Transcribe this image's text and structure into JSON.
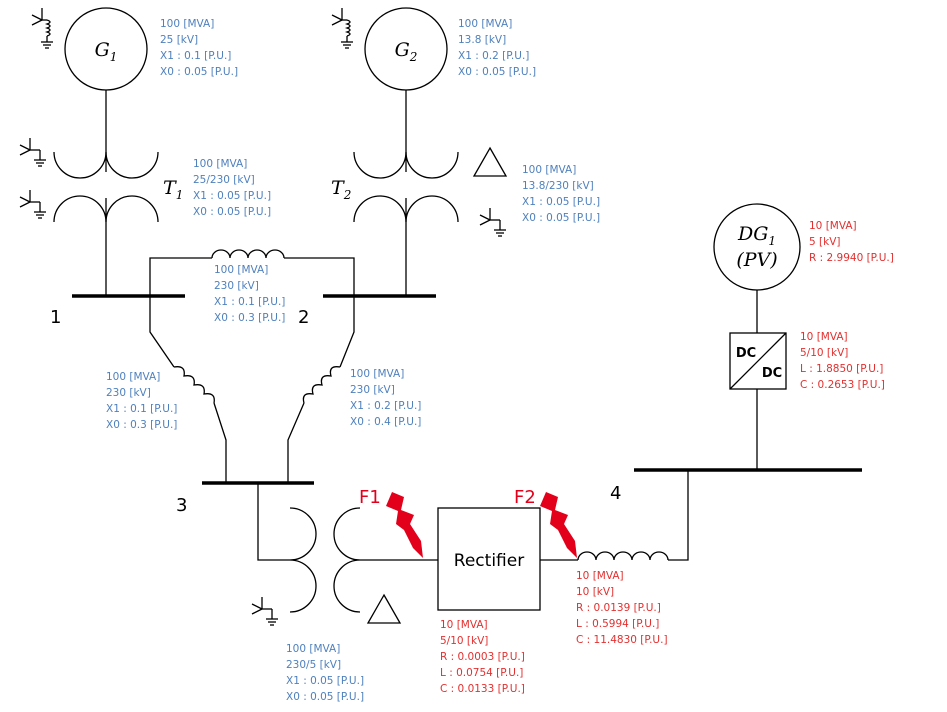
{
  "generators": {
    "g1": {
      "symbol": "G",
      "sub": "1",
      "params": [
        "100  [MVA]",
        "25  [kV]",
        "X1 : 0.1  [P.U.]",
        "X0 : 0.05  [P.U.]"
      ]
    },
    "g2": {
      "symbol": "G",
      "sub": "2",
      "params": [
        "100  [MVA]",
        "13.8  [kV]",
        "X1 : 0.2  [P.U.]",
        "X0 : 0.05  [P.U.]"
      ]
    },
    "dg1": {
      "symbol": "DG",
      "sub": "1",
      "line2": "(PV)",
      "params": [
        "10  [MVA]",
        "5  [kV]",
        "R : 2.9940  [P.U.]"
      ]
    }
  },
  "transformers": {
    "t1": {
      "symbol": "T",
      "sub": "1",
      "params": [
        "100  [MVA]",
        "25/230  [kV]",
        "X1 : 0.05  [P.U.]",
        "X0 : 0.05  [P.U.]"
      ]
    },
    "t2": {
      "symbol": "T",
      "sub": "2",
      "params": [
        "100  [MVA]",
        "13.8/230  [kV]",
        "X1 : 0.05  [P.U.]",
        "X0 : 0.05  [P.U.]"
      ]
    },
    "t3": {
      "params": [
        "100  [MVA]",
        "230/5  [kV]",
        "X1 : 0.05  [P.U.]",
        "X0 : 0.05  [P.U.]"
      ]
    }
  },
  "lines": {
    "l12": {
      "params": [
        "100  [MVA]",
        "230  [kV]",
        "X1 : 0.1  [P.U.]",
        "X0 : 0.3  [P.U.]"
      ]
    },
    "l13": {
      "params": [
        "100  [MVA]",
        "230  [kV]",
        "X1 : 0.1  [P.U.]",
        "X0 : 0.3  [P.U.]"
      ]
    },
    "l23": {
      "params": [
        "100  [MVA]",
        "230  [kV]",
        "X1 : 0.2  [P.U.]",
        "X0 : 0.4  [P.U.]"
      ]
    },
    "dcline": {
      "params": [
        "10  [MVA]",
        "10  [kV]",
        "R : 0.0139  [P.U.]",
        "L : 0.5994  [P.U.]",
        "C : 11.4830  [P.U.]"
      ]
    }
  },
  "rectifier": {
    "label": "Rectifier",
    "params": [
      "10  [MVA]",
      "5/10  [kV]",
      "R : 0.0003  [P.U.]",
      "L : 0.0754  [P.U.]",
      "C : 0.0133  [P.U.]"
    ]
  },
  "dcdc": {
    "label_in": "DC",
    "label_out": "DC",
    "params": [
      "10  [MVA]",
      "5/10  [kV]",
      "L : 1.8850  [P.U.]",
      "C : 0.2653  [P.U.]"
    ]
  },
  "buses": {
    "b1": "1",
    "b2": "2",
    "b3": "3",
    "b4": "4"
  },
  "faults": {
    "f1": "F1",
    "f2": "F2"
  },
  "colors": {
    "ac_params": "#4f81bd",
    "dc_params": "#e3302f",
    "fault": "#e3001b"
  }
}
